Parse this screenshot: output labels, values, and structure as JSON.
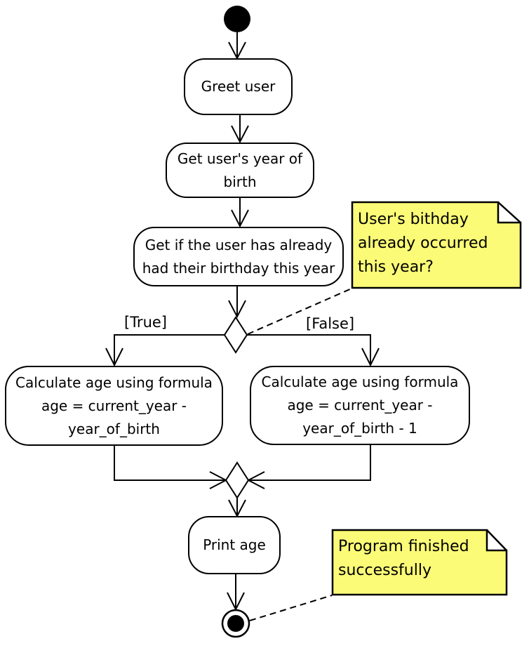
{
  "diagram": {
    "kind": "uml-activity-diagram",
    "colors": {
      "note_fill": "#FBFB77",
      "node_fill": "#FFFFFF",
      "stroke": "#000000",
      "background": "#FFFFFF"
    },
    "nodes": {
      "start": {
        "kind": "initial-node"
      },
      "greet": {
        "lines": [
          "Greet user"
        ]
      },
      "get_year": {
        "lines": [
          "Get user's year of",
          "birth"
        ]
      },
      "get_birthday": {
        "lines": [
          "Get if the user has already",
          "had their birthday this year"
        ]
      },
      "decision": {
        "kind": "decision-diamond"
      },
      "calc_true": {
        "lines": [
          "Calculate age using formula",
          "age = current_year -",
          "year_of_birth"
        ]
      },
      "calc_false": {
        "lines": [
          "Calculate age using formula",
          "age = current_year -",
          "year_of_birth - 1"
        ]
      },
      "merge": {
        "kind": "merge-diamond"
      },
      "print_age": {
        "lines": [
          "Print age"
        ]
      },
      "end": {
        "kind": "final-node"
      }
    },
    "edge_labels": {
      "true_branch": "[True]",
      "false_branch": "[False]"
    },
    "notes": {
      "birthday": {
        "lines": [
          "User's bithday",
          "already occurred",
          "this year?"
        ]
      },
      "finished": {
        "lines": [
          "Program finished",
          "successfully"
        ]
      }
    }
  }
}
